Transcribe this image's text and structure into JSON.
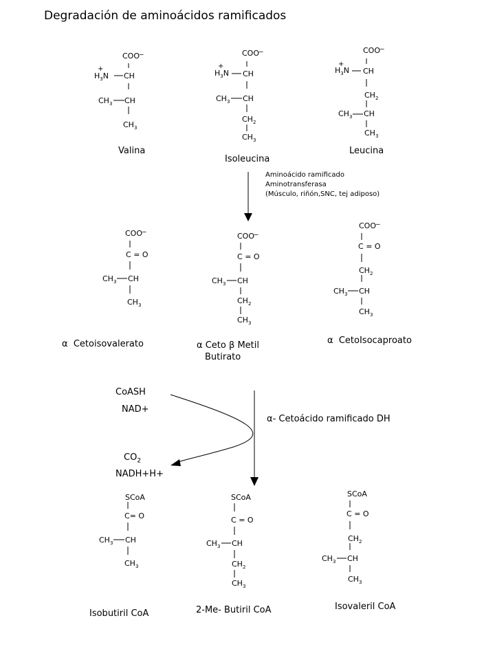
{
  "title": "Degradación de aminoácidos ramificados",
  "atoms": {
    "coo": "COO",
    "ch": "CH",
    "ch3": "CH",
    "ch2": "CH",
    "c": "C",
    "o": "O",
    "sco": "SCoA",
    "h3n": "H",
    "n": "N",
    "plus": "+",
    "minus": "_",
    "sub3": "3",
    "sub2": "2",
    "eq": "="
  },
  "amino_acids": {
    "valina": "Valina",
    "isoleucina": "Isoleucina",
    "leucina": "Leucina"
  },
  "step1": {
    "line1": "Aminoácido ramificado",
    "line2": "Aminotransferasa",
    "line3": "(Músculo, riñón,SNC, tej adiposo)"
  },
  "ketoacids": {
    "alpha": "α",
    "beta": "β",
    "cetoisovalerato": "Cetoisovalerato",
    "ceto": "Ceto",
    "metil": "Metil",
    "butirato": "Butirato",
    "cetoisocaproato": "CetoIsocaproato"
  },
  "step2": {
    "coash": "CoASH",
    "nad": "NAD+",
    "co2": "CO",
    "co2_sub": "2",
    "nadh": "NADH+H+",
    "enzyme": "- Cetoácido ramificado DH"
  },
  "acylcoa": {
    "isobutiril": "Isobutiril CoA",
    "metilbutiril": "2-Me- Butiril CoA",
    "isovaleril": "Isovaleril CoA"
  }
}
